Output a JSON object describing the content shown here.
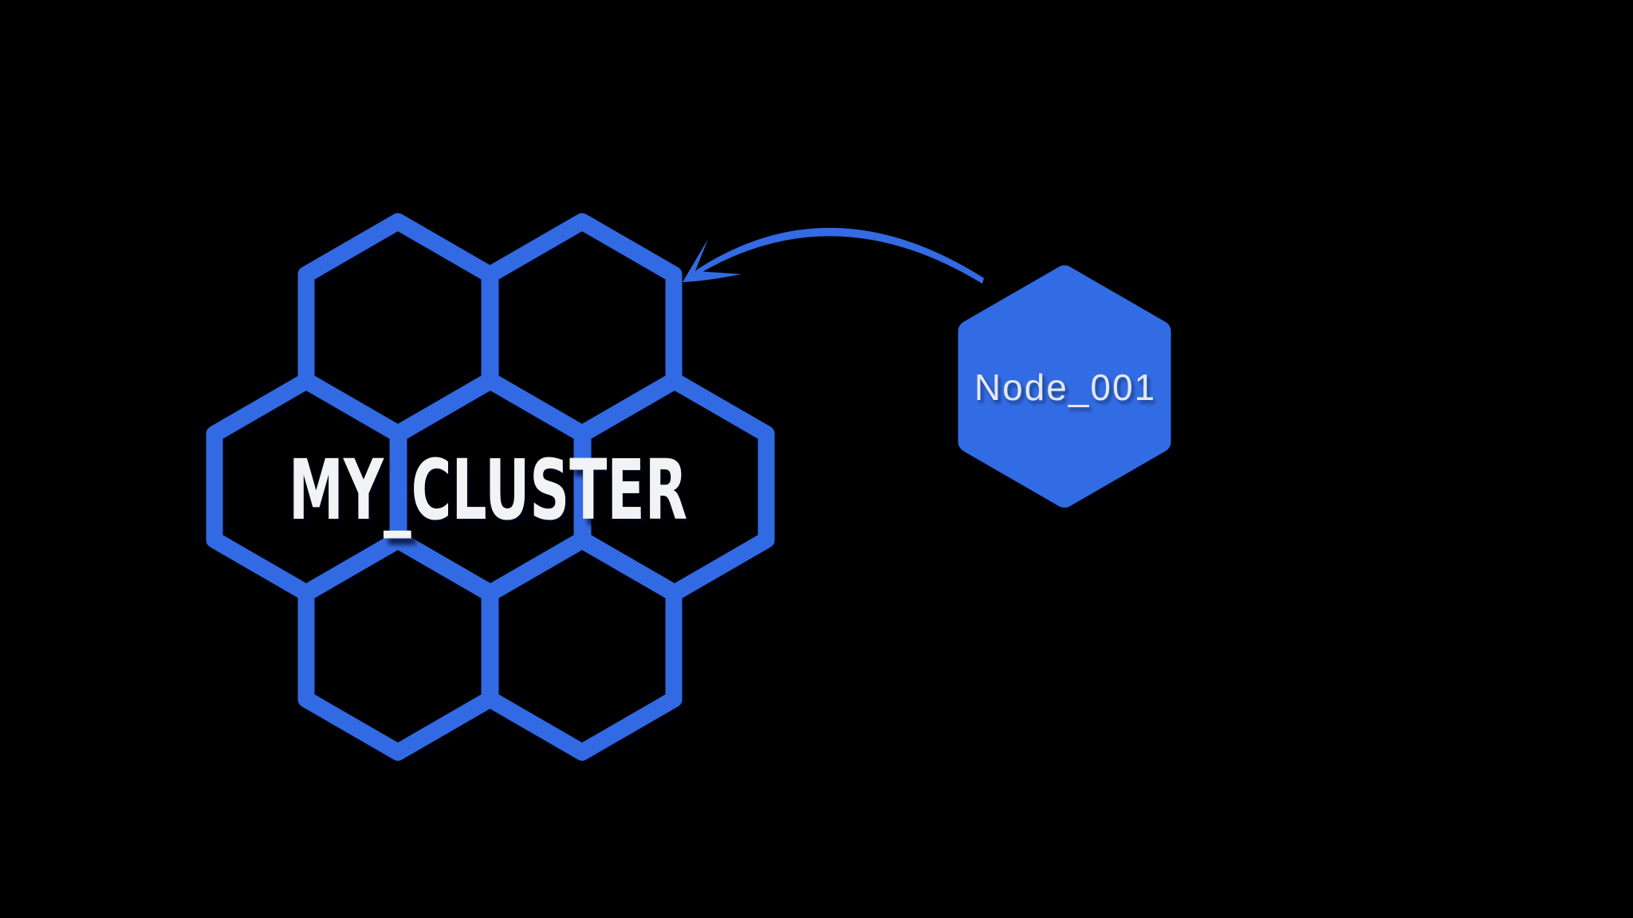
{
  "scene": {
    "background_color": "#000000",
    "accent_color": "#326BE3",
    "cluster": {
      "label": "MY_CLUSTER",
      "label_color": "#F2F3F5",
      "hexagon_cells": 7,
      "icon": "honeycomb-outline-icon"
    },
    "node": {
      "label": "Node_001",
      "fill_color": "#336CE4",
      "label_color": "#E4E7EF",
      "icon": "hexagon-filled-icon"
    },
    "arrow": {
      "icon": "curved-arrow-icon",
      "from": "Node_001",
      "to": "MY_CLUSTER"
    }
  }
}
